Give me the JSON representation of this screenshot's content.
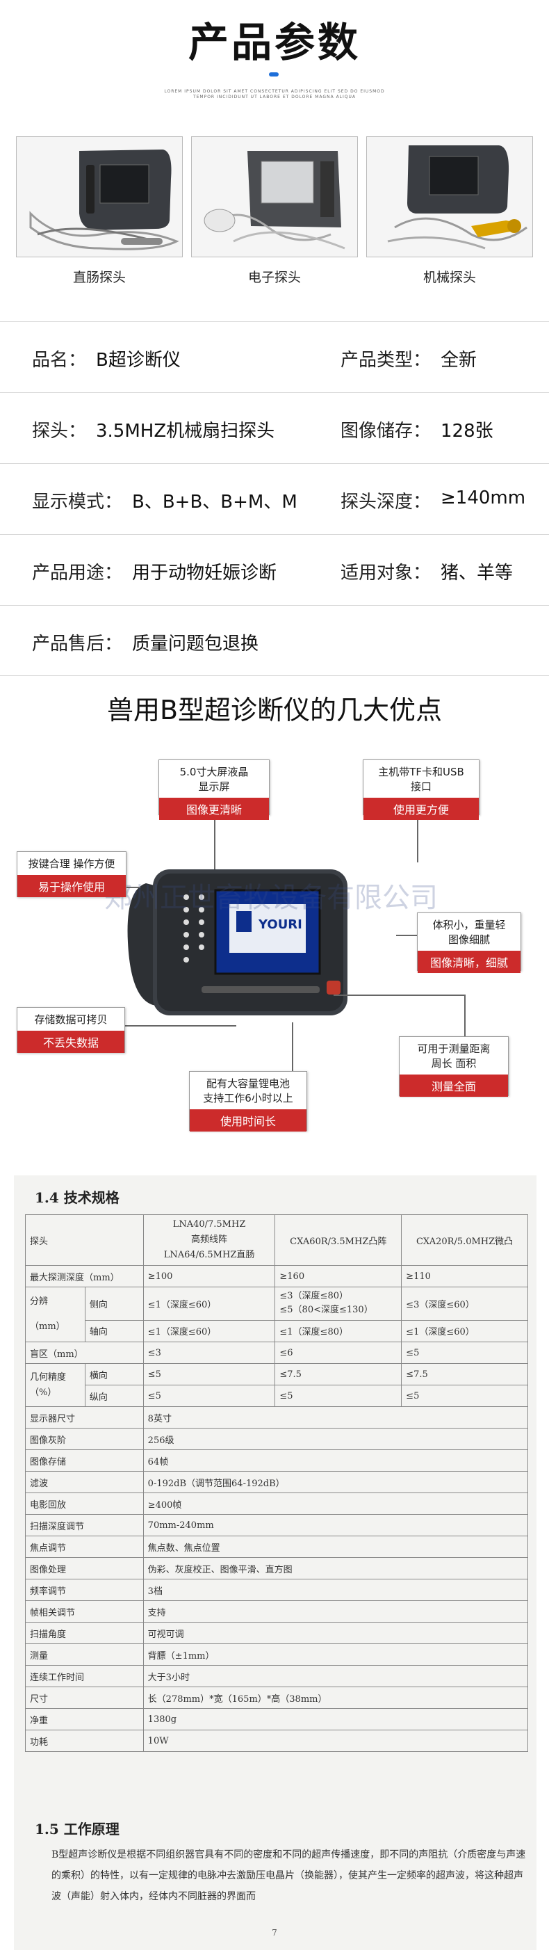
{
  "header": {
    "title": "产品参数",
    "subtitle": "LOREM IPSUM DOLOR SIT AMET CONSECTETUR ADIPISCING ELIT SED DO EIUSMOD TEMPOR INCIDIDUNT UT LABORE ET DOLORE MAGNA ALIQUA"
  },
  "probes": [
    {
      "label": "直肠探头"
    },
    {
      "label": "电子探头"
    },
    {
      "label": "机械探头"
    }
  ],
  "params": [
    {
      "k1": "品名：",
      "v1": "B超诊断仪",
      "k2": "产品类型：",
      "v2": "全新"
    },
    {
      "k1": "探头：",
      "v1": "3.5MHZ机械扇扫探头",
      "k2": "图像储存：",
      "v2": "128张"
    },
    {
      "k1": "显示模式：",
      "v1": "B、B+B、B+M、M",
      "k2": "探头深度：",
      "v2": "≥140mm"
    },
    {
      "k1": "产品用途：",
      "v1": "用于动物妊娠诊断",
      "k2": "适用对象：",
      "v2": "猪、羊等"
    },
    {
      "k1": "产品售后：",
      "v1": "质量问题包退换",
      "k2": "",
      "v2": ""
    }
  ],
  "advantages": {
    "title": "兽用B型超诊断仪的几大优点",
    "watermark": "郑州正世畜牧设备有限公司",
    "screen_brand": "YOURI",
    "callouts": [
      {
        "text": "5.0寸大屏液晶\n显示屏",
        "tag": "图像更清晰"
      },
      {
        "text": "主机带TF卡和USB\n接口",
        "tag": "使用更方便"
      },
      {
        "text": "按键合理 操作方便",
        "tag": "易于操作使用"
      },
      {
        "text": "体积小，重量轻\n图像细腻",
        "tag": "图像清晰，细腻"
      },
      {
        "text": "存储数据可拷贝",
        "tag": "不丢失数据"
      },
      {
        "text": "可用于测量距离\n周长 面积",
        "tag": "测量全面"
      },
      {
        "text": "配有大容量锂电池\n支持工作6小时以上",
        "tag": "使用时间长"
      }
    ]
  },
  "spec": {
    "heading": "1.4  技术规格",
    "probe_header": {
      "label": "探头",
      "col1_lines": [
        "LNA40/7.5MHZ",
        "高频线阵",
        "LNA64/6.5MHZ直肠"
      ],
      "col2": "CXA60R/3.5MHZ凸阵",
      "col3": "CXA20R/5.0MHZ微凸"
    },
    "max_depth": {
      "label": "最大探测深度（mm）",
      "c1": "≥100",
      "c2": "≥160",
      "c3": "≥110"
    },
    "resolution": {
      "label_top": "分辨",
      "label_bottom": "（mm）",
      "lateral": {
        "label": "侧向",
        "c1": "≤1（深度≤60）",
        "c2a": "≤3（深度≤80）",
        "c2b": "≤5（80<深度≤130）",
        "c3": "≤3（深度≤60）"
      },
      "axial": {
        "label": "轴向",
        "c1": "≤1（深度≤60）",
        "c2": "≤1（深度≤80）",
        "c3": "≤1（深度≤60）"
      }
    },
    "blind": {
      "label": "盲区（mm）",
      "c1": "≤3",
      "c2": "≤6",
      "c3": "≤5"
    },
    "geometry": {
      "label_top": "几何精度",
      "label_bottom": "（%）",
      "horizontal": {
        "label": "横向",
        "c1": "≤5",
        "c2": "≤7.5",
        "c3": "≤7.5"
      },
      "vertical": {
        "label": "纵向",
        "c1": "≤5",
        "c2": "≤5",
        "c3": "≤5"
      }
    },
    "rows": [
      {
        "label": "显示器尺寸",
        "value": "8英寸"
      },
      {
        "label": "图像灰阶",
        "value": "256级"
      },
      {
        "label": "图像存储",
        "value": "64帧"
      },
      {
        "label": "滤波",
        "value": "0-192dB（调节范围64-192dB）"
      },
      {
        "label": "电影回放",
        "value": "≥400帧"
      },
      {
        "label": "扫描深度调节",
        "value": "70mm-240mm"
      },
      {
        "label": "焦点调节",
        "value": "焦点数、焦点位置"
      },
      {
        "label": "图像处理",
        "value": "伪彩、灰度校正、图像平滑、直方图"
      },
      {
        "label": "频率调节",
        "value": "3档"
      },
      {
        "label": "帧相关调节",
        "value": "支持"
      },
      {
        "label": "扫描角度",
        "value": "可视可调"
      },
      {
        "label": "测量",
        "value": "背膘（±1mm）"
      },
      {
        "label": "连续工作时间",
        "value": "大于3小时"
      },
      {
        "label": "尺寸",
        "value": "长（278mm）*宽（165m）*高（38mm）"
      },
      {
        "label": "净重",
        "value": "1380g"
      },
      {
        "label": "功耗",
        "value": "10W"
      }
    ]
  },
  "principle": {
    "heading": "1.5 工作原理",
    "text": "B型超声诊断仪是根据不同组织器官具有不同的密度和不同的超声传播速度，即不同的声阻抗（介质密度与声速的乘积）的特性，以有一定规律的电脉冲去激励压电晶片（换能器），使其产生一定频率的超声波，将这种超声波（声能）射入体内，经体内不同脏器的界面而"
  },
  "page_number": "7",
  "colors": {
    "accent": "#1e6fd9",
    "tag_red": "#cc2b2b"
  }
}
